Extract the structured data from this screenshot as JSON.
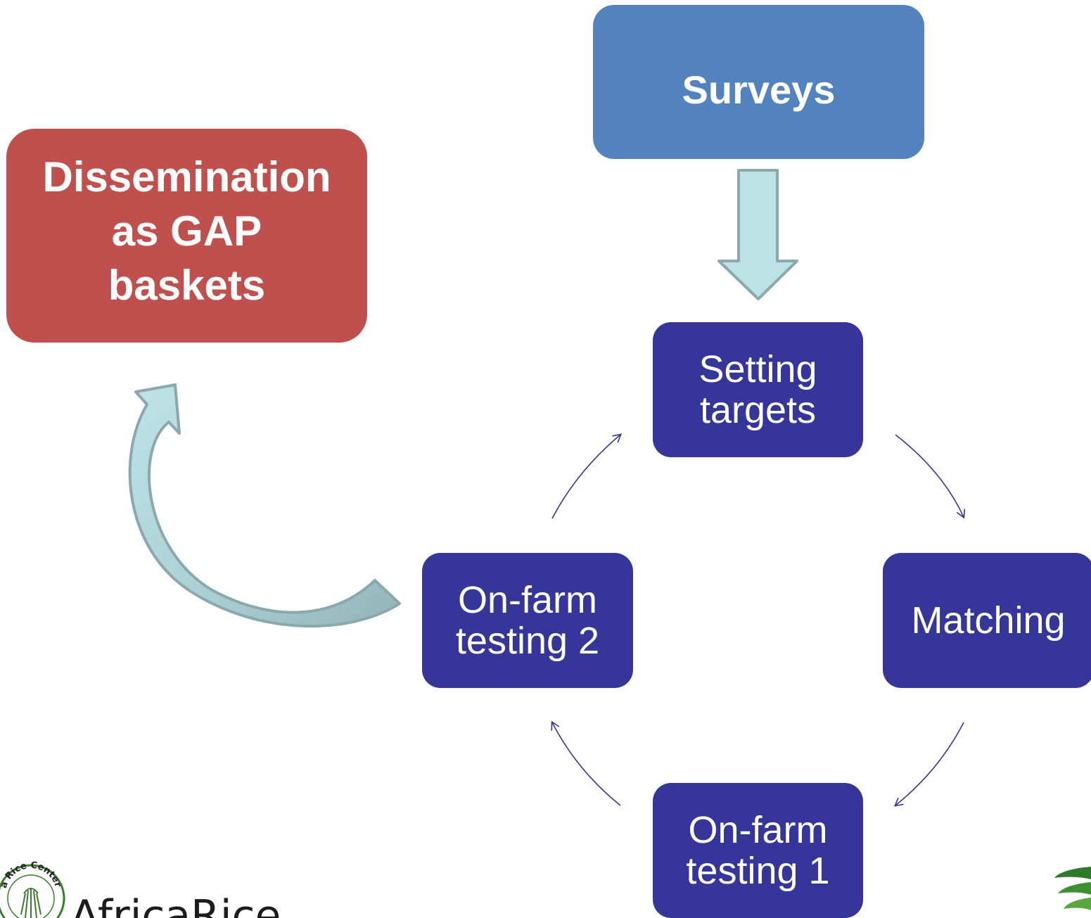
{
  "surveys": {
    "label": "Surveys"
  },
  "dissemination": {
    "label": "Dissemination\nas GAP\nbaskets"
  },
  "cycle": {
    "setting_targets": "Setting\ntargets",
    "matching": "Matching",
    "onfarm_testing_1": "On-farm\ntesting 1",
    "onfarm_testing_2": "On-farm\ntesting 2"
  },
  "logo": {
    "name": "AfricaRice",
    "ring_text": "a Rice Center"
  },
  "colors": {
    "surveys": "#5283be",
    "dissemination": "#c0504d",
    "cycle_box": "#35359a",
    "arrow_fill": "#b9e0e4",
    "arrow_stroke": "#8aa8ad",
    "logo_green": "#3a7d2c"
  }
}
